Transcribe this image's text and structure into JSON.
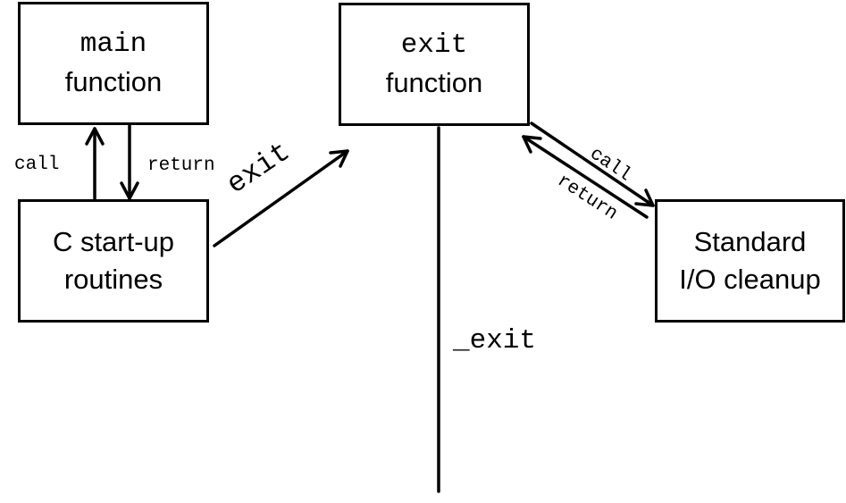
{
  "boxes": {
    "main": {
      "line1": "main",
      "line2": "function"
    },
    "exit": {
      "line1": "exit",
      "line2": "function"
    },
    "startup": {
      "line1": "C start-up",
      "line2": "routines"
    },
    "stdio": {
      "line1": "Standard",
      "line2": "I/O cleanup"
    }
  },
  "labels": {
    "call_left": "call",
    "return_left": "return",
    "exit_arrow": "exit",
    "call_right": "call",
    "return_right": "return",
    "underscore_exit": "_exit"
  }
}
